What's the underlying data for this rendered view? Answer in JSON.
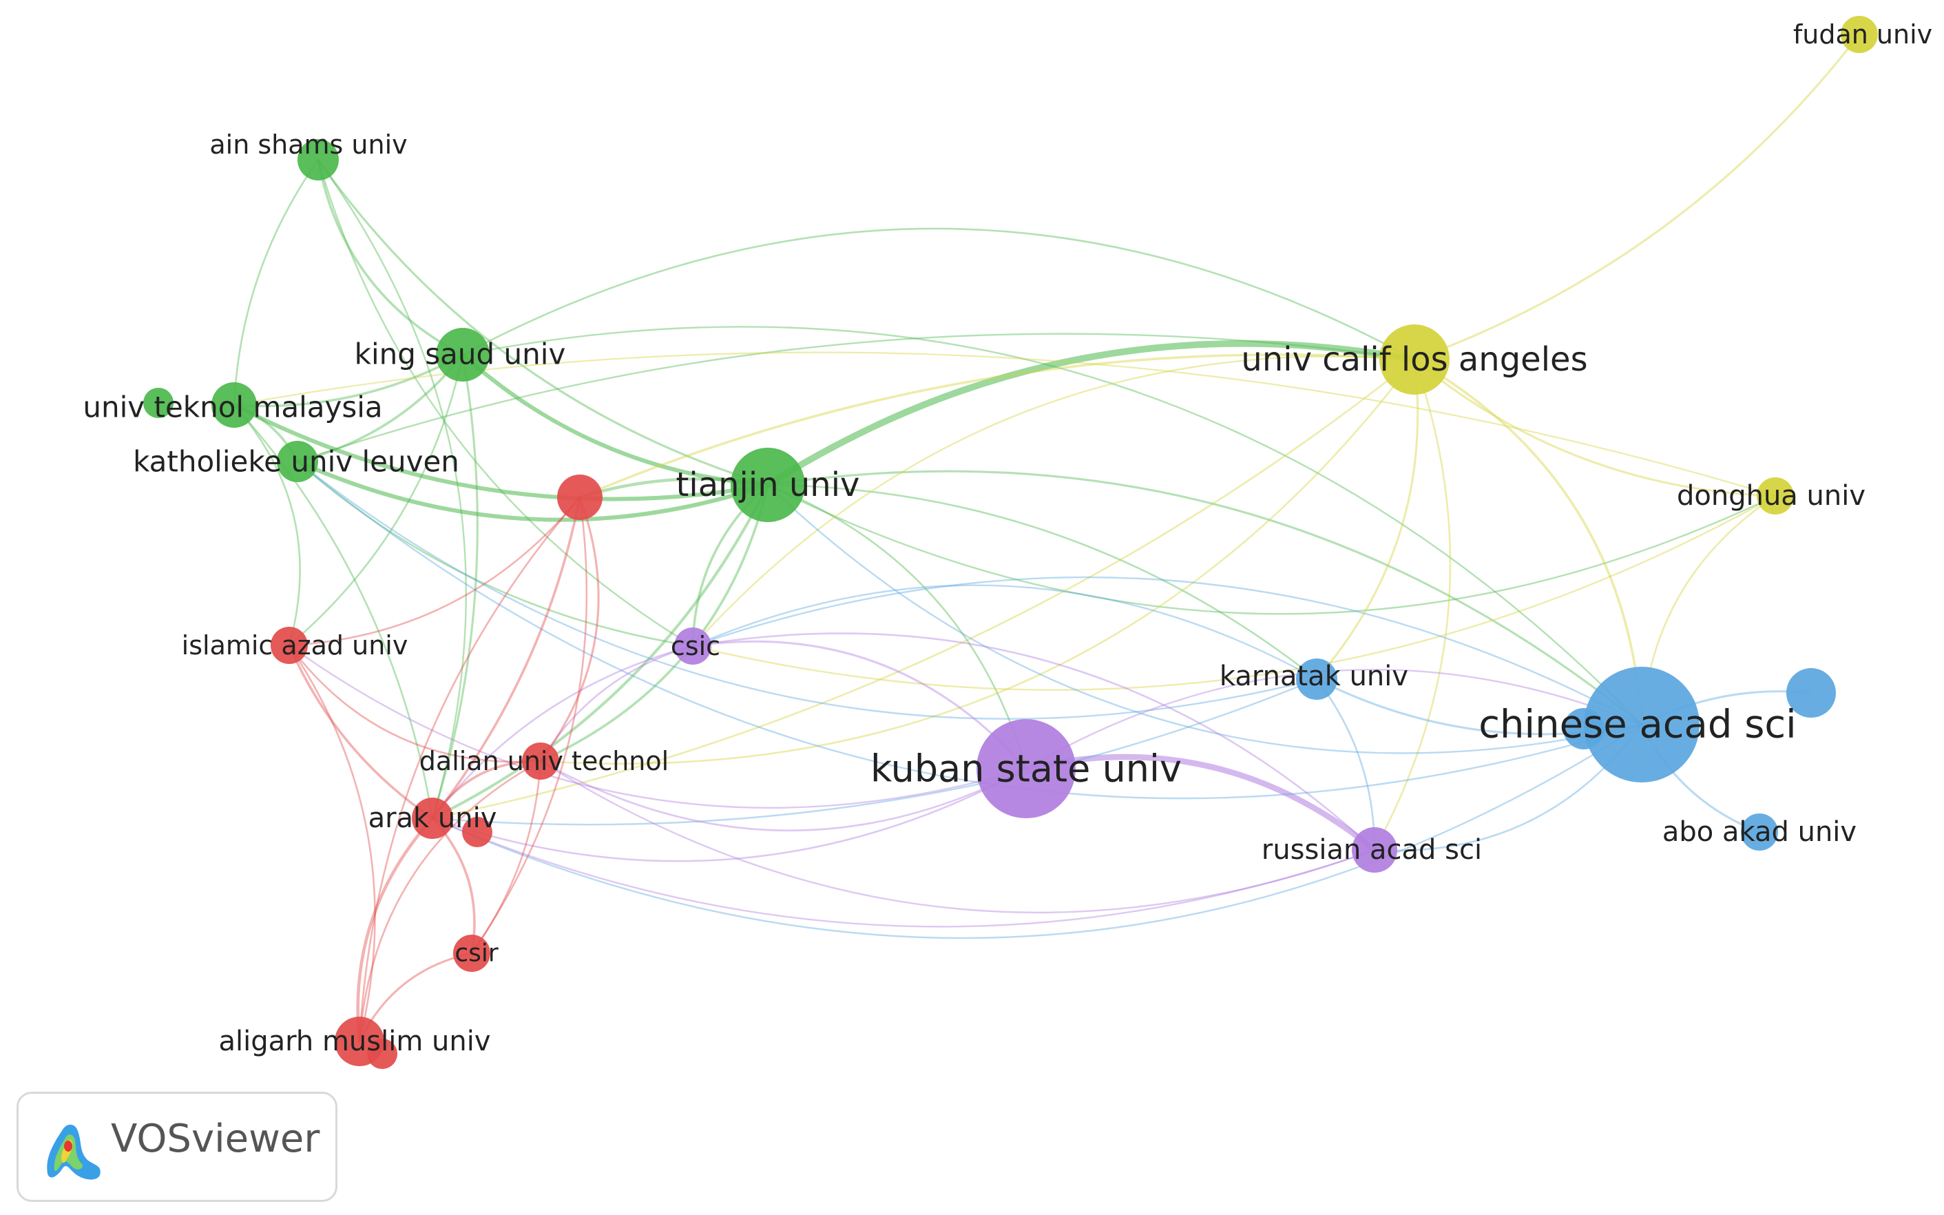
{
  "nodes": [
    {
      "id": "ain_shams",
      "label": "ain shams univ",
      "cluster": "green",
      "size": 1.0
    },
    {
      "id": "king_saud",
      "label": "king saud univ",
      "cluster": "green",
      "size": 1.3
    },
    {
      "id": "teknol",
      "label": "univ teknol malaysia",
      "cluster": "green",
      "size": 1.1
    },
    {
      "id": "leuven",
      "label": "katholieke univ leuven",
      "cluster": "green",
      "size": 1.0
    },
    {
      "id": "tianjin",
      "label": "tianjin univ",
      "cluster": "green",
      "size": 1.8
    },
    {
      "id": "ucla",
      "label": "univ calif los angeles",
      "cluster": "yellow",
      "size": 1.7
    },
    {
      "id": "fudan",
      "label": "fudan univ",
      "cluster": "yellow",
      "size": 0.9
    },
    {
      "id": "donghua",
      "label": "donghua univ",
      "cluster": "yellow",
      "size": 0.9
    },
    {
      "id": "islamic_azad",
      "label": "islamic azad univ",
      "cluster": "red",
      "size": 0.9
    },
    {
      "id": "dalian",
      "label": "dalian univ technol",
      "cluster": "red",
      "size": 0.9
    },
    {
      "id": "arak",
      "label": "arak univ",
      "cluster": "red",
      "size": 1.0
    },
    {
      "id": "csir",
      "label": "csir",
      "cluster": "red",
      "size": 0.9
    },
    {
      "id": "aligarh",
      "label": "aligarh muslim univ",
      "cluster": "red",
      "size": 1.2
    },
    {
      "id": "red_unlabeled",
      "label": "",
      "cluster": "red",
      "size": 1.1
    },
    {
      "id": "csic",
      "label": "csic",
      "cluster": "purple",
      "size": 0.9
    },
    {
      "id": "kuban",
      "label": "kuban state univ",
      "cluster": "purple",
      "size": 2.4
    },
    {
      "id": "russian",
      "label": "russian acad sci",
      "cluster": "purple",
      "size": 1.1
    },
    {
      "id": "chinese",
      "label": "chinese acad sci",
      "cluster": "blue",
      "size": 2.8
    },
    {
      "id": "karnatak",
      "label": "karnatak univ",
      "cluster": "blue",
      "size": 1.0
    },
    {
      "id": "abo_akad",
      "label": "abo akad univ",
      "cluster": "blue",
      "size": 0.9
    },
    {
      "id": "blue_unlabeled",
      "label": "",
      "cluster": "blue",
      "size": 1.2
    }
  ],
  "links": [
    [
      "tianjin",
      "ucla",
      3.5
    ],
    [
      "kuban",
      "russian",
      3.0
    ],
    [
      "tianjin",
      "king_saud",
      2.0
    ],
    [
      "tianjin",
      "teknol",
      2.0
    ],
    [
      "tianjin",
      "leuven",
      2.0
    ],
    [
      "tianjin",
      "red_unlabeled",
      1.4
    ],
    [
      "tianjin",
      "arak",
      1.2
    ],
    [
      "tianjin",
      "dalian",
      1.0
    ],
    [
      "tianjin",
      "csic",
      1.0
    ],
    [
      "tianjin",
      "chinese",
      0.8
    ],
    [
      "tianjin",
      "karnatak",
      0.6
    ],
    [
      "tianjin",
      "kuban",
      0.6
    ],
    [
      "tianjin",
      "donghua",
      0.5
    ],
    [
      "tianjin",
      "ain_shams",
      0.8
    ],
    [
      "king_saud",
      "ain_shams",
      1.0
    ],
    [
      "king_saud",
      "teknol",
      1.0
    ],
    [
      "king_saud",
      "leuven",
      1.0
    ],
    [
      "king_saud",
      "arak",
      0.8
    ],
    [
      "king_saud",
      "ucla",
      0.6
    ],
    [
      "king_saud",
      "islamic_azad",
      0.6
    ],
    [
      "king_saud",
      "chinese",
      0.5
    ],
    [
      "teknol",
      "leuven",
      1.0
    ],
    [
      "teknol",
      "ain_shams",
      0.6
    ],
    [
      "teknol",
      "islamic_azad",
      0.6
    ],
    [
      "teknol",
      "arak",
      0.6
    ],
    [
      "leuven",
      "csic",
      0.6
    ],
    [
      "leuven",
      "ucla",
      0.5
    ],
    [
      "ain_shams",
      "arak",
      0.5
    ],
    [
      "ain_shams",
      "csic",
      0.5
    ],
    [
      "ucla",
      "fudan",
      0.8
    ],
    [
      "ucla",
      "donghua",
      0.8
    ],
    [
      "ucla",
      "chinese",
      1.0
    ],
    [
      "ucla",
      "karnatak",
      0.8
    ],
    [
      "ucla",
      "russian",
      0.6
    ],
    [
      "ucla",
      "red_unlabeled",
      1.0
    ],
    [
      "ucla",
      "arak",
      0.6
    ],
    [
      "ucla",
      "dalian",
      0.6
    ],
    [
      "ucla",
      "csic",
      0.5
    ],
    [
      "donghua",
      "chinese",
      0.6
    ],
    [
      "donghua",
      "csic",
      0.5
    ],
    [
      "donghua",
      "teknol",
      0.4
    ],
    [
      "chinese",
      "blue_unlabeled",
      0.8
    ],
    [
      "chinese",
      "abo_akad",
      0.8
    ],
    [
      "chinese",
      "karnatak",
      0.8
    ],
    [
      "chinese",
      "russian",
      0.6
    ],
    [
      "chinese",
      "leuven",
      0.5
    ],
    [
      "chinese",
      "csic",
      0.5
    ],
    [
      "chinese",
      "arak",
      0.5
    ],
    [
      "chinese",
      "tianjin",
      0.5
    ],
    [
      "karnatak",
      "russian",
      0.6
    ],
    [
      "karnatak",
      "arak",
      0.5
    ],
    [
      "karnatak",
      "csic",
      0.5
    ],
    [
      "karnatak",
      "leuven",
      0.5
    ],
    [
      "kuban",
      "csic",
      0.8
    ],
    [
      "kuban",
      "arak",
      0.6
    ],
    [
      "kuban",
      "dalian",
      0.6
    ],
    [
      "kuban",
      "islamic_azad",
      0.5
    ],
    [
      "kuban",
      "chinese",
      0.5
    ],
    [
      "russian",
      "csic",
      0.6
    ],
    [
      "russian",
      "arak",
      0.5
    ],
    [
      "russian",
      "dalian",
      0.5
    ],
    [
      "csic",
      "arak",
      0.6
    ],
    [
      "csic",
      "dalian",
      0.6
    ],
    [
      "arak",
      "islamic_azad",
      1.0
    ],
    [
      "arak",
      "dalian",
      1.0
    ],
    [
      "arak",
      "csir",
      1.0
    ],
    [
      "arak",
      "aligarh",
      1.4
    ],
    [
      "arak",
      "red_unlabeled",
      1.0
    ],
    [
      "dalian",
      "red_unlabeled",
      0.8
    ],
    [
      "dalian",
      "csir",
      0.6
    ],
    [
      "dalian",
      "aligarh",
      0.6
    ],
    [
      "dalian",
      "islamic_azad",
      0.6
    ],
    [
      "csir",
      "aligarh",
      0.8
    ],
    [
      "csir",
      "red_unlabeled",
      0.6
    ],
    [
      "aligarh",
      "islamic_azad",
      0.6
    ],
    [
      "aligarh",
      "red_unlabeled",
      0.6
    ],
    [
      "islamic_azad",
      "red_unlabeled",
      0.6
    ]
  ],
  "colors": {
    "green": "#4cb84c",
    "yellow": "#d4d23a",
    "red": "#e34b4b",
    "purple": "#b07ee0",
    "blue": "#5aa6e0"
  },
  "footer": {
    "brand": "VOSviewer",
    "icon": "vosviewer-logo-icon"
  }
}
